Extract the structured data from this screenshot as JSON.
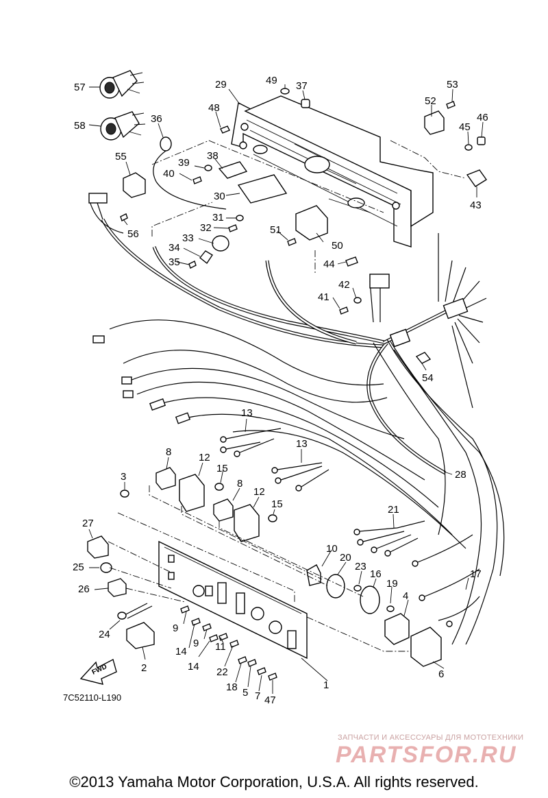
{
  "diagram": {
    "callouts": [
      {
        "id": "c57",
        "text": "57"
      },
      {
        "id": "c58",
        "text": "58"
      },
      {
        "id": "c36",
        "text": "36"
      },
      {
        "id": "c29",
        "text": "29"
      },
      {
        "id": "c48",
        "text": "48"
      },
      {
        "id": "c49",
        "text": "49"
      },
      {
        "id": "c37",
        "text": "37"
      },
      {
        "id": "c53",
        "text": "53"
      },
      {
        "id": "c52",
        "text": "52"
      },
      {
        "id": "c45",
        "text": "45"
      },
      {
        "id": "c46",
        "text": "46"
      },
      {
        "id": "c55",
        "text": "55"
      },
      {
        "id": "c38",
        "text": "38"
      },
      {
        "id": "c39",
        "text": "39"
      },
      {
        "id": "c40",
        "text": "40"
      },
      {
        "id": "c30",
        "text": "30"
      },
      {
        "id": "c43",
        "text": "43"
      },
      {
        "id": "c56",
        "text": "56"
      },
      {
        "id": "c31",
        "text": "31"
      },
      {
        "id": "c32",
        "text": "32"
      },
      {
        "id": "c33",
        "text": "33"
      },
      {
        "id": "c34",
        "text": "34"
      },
      {
        "id": "c35",
        "text": "35"
      },
      {
        "id": "c51",
        "text": "51"
      },
      {
        "id": "c50",
        "text": "50"
      },
      {
        "id": "c44",
        "text": "44"
      },
      {
        "id": "c42",
        "text": "42"
      },
      {
        "id": "c41",
        "text": "41"
      },
      {
        "id": "c54",
        "text": "54"
      },
      {
        "id": "c13a",
        "text": "13"
      },
      {
        "id": "c13b",
        "text": "13"
      },
      {
        "id": "c28",
        "text": "28"
      },
      {
        "id": "c8a",
        "text": "8"
      },
      {
        "id": "c12a",
        "text": "12"
      },
      {
        "id": "c15a",
        "text": "15"
      },
      {
        "id": "c3",
        "text": "3"
      },
      {
        "id": "c8b",
        "text": "8"
      },
      {
        "id": "c12b",
        "text": "12"
      },
      {
        "id": "c15b",
        "text": "15"
      },
      {
        "id": "c21",
        "text": "21"
      },
      {
        "id": "c27",
        "text": "27"
      },
      {
        "id": "c10",
        "text": "10"
      },
      {
        "id": "c20",
        "text": "20"
      },
      {
        "id": "c23",
        "text": "23"
      },
      {
        "id": "c16",
        "text": "16"
      },
      {
        "id": "c17",
        "text": "17"
      },
      {
        "id": "c25",
        "text": "25"
      },
      {
        "id": "c19",
        "text": "19"
      },
      {
        "id": "c26",
        "text": "26"
      },
      {
        "id": "c4",
        "text": "4"
      },
      {
        "id": "c24",
        "text": "24"
      },
      {
        "id": "c9a",
        "text": "9"
      },
      {
        "id": "c14a",
        "text": "14"
      },
      {
        "id": "c9b",
        "text": "9"
      },
      {
        "id": "c14b",
        "text": "14"
      },
      {
        "id": "c11",
        "text": "11"
      },
      {
        "id": "c22",
        "text": "22"
      },
      {
        "id": "c2",
        "text": "2"
      },
      {
        "id": "c18",
        "text": "18"
      },
      {
        "id": "c5",
        "text": "5"
      },
      {
        "id": "c7",
        "text": "7"
      },
      {
        "id": "c47",
        "text": "47"
      },
      {
        "id": "c1",
        "text": "1"
      },
      {
        "id": "c6",
        "text": "6"
      }
    ],
    "fwd_label": "FWD",
    "diagram_code": "7C52110-L190"
  },
  "watermark": {
    "tagline": "ЗАПЧАСТИ И АКСЕССУАРЫ ДЛЯ МОТОТЕХНИКИ",
    "logo_text": "PARTSFOR.RU",
    "logo_color": "#e8b0b0"
  },
  "footer": {
    "copyright": "©2013 Yamaha Motor Corporation, U.S.A. All rights reserved."
  }
}
